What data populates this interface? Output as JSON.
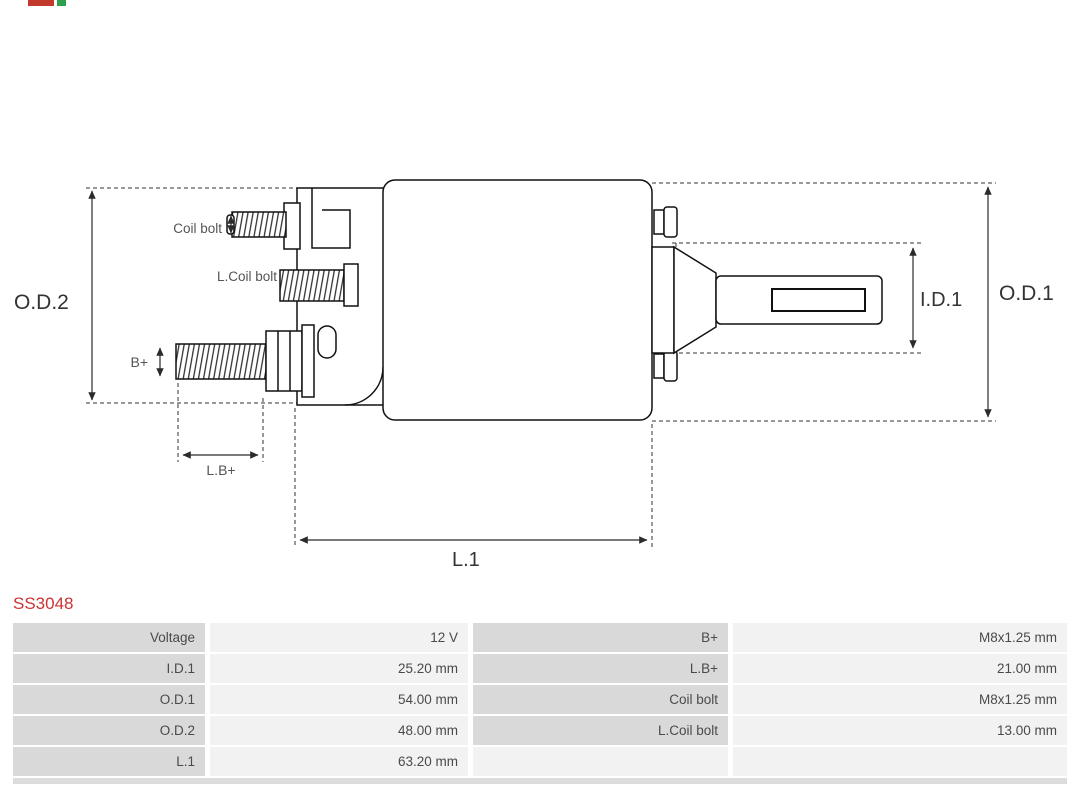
{
  "page": {
    "part_number": "SS3048",
    "accent": "#cc3333"
  },
  "diagram": {
    "labels": {
      "od2": "O.D.2",
      "od1": "O.D.1",
      "id1": "I.D.1",
      "l1": "L.1",
      "lb": "L.B+",
      "b": "B+",
      "coil_bolt": "Coil bolt",
      "l_coil_bolt": "L.Coil bolt"
    }
  },
  "table": {
    "rows": [
      {
        "c1": "Voltage",
        "c2": "12 V",
        "c3": "B+",
        "c4": "M8x1.25 mm"
      },
      {
        "c1": "I.D.1",
        "c2": "25.20 mm",
        "c3": "L.B+",
        "c4": "21.00 mm"
      },
      {
        "c1": "O.D.1",
        "c2": "54.00 mm",
        "c3": "Coil bolt",
        "c4": "M8x1.25 mm"
      },
      {
        "c1": "O.D.2",
        "c2": "48.00 mm",
        "c3": "L.Coil bolt",
        "c4": "13.00 mm"
      },
      {
        "c1": "L.1",
        "c2": "63.20 mm",
        "c3": "",
        "c4": ""
      }
    ]
  }
}
